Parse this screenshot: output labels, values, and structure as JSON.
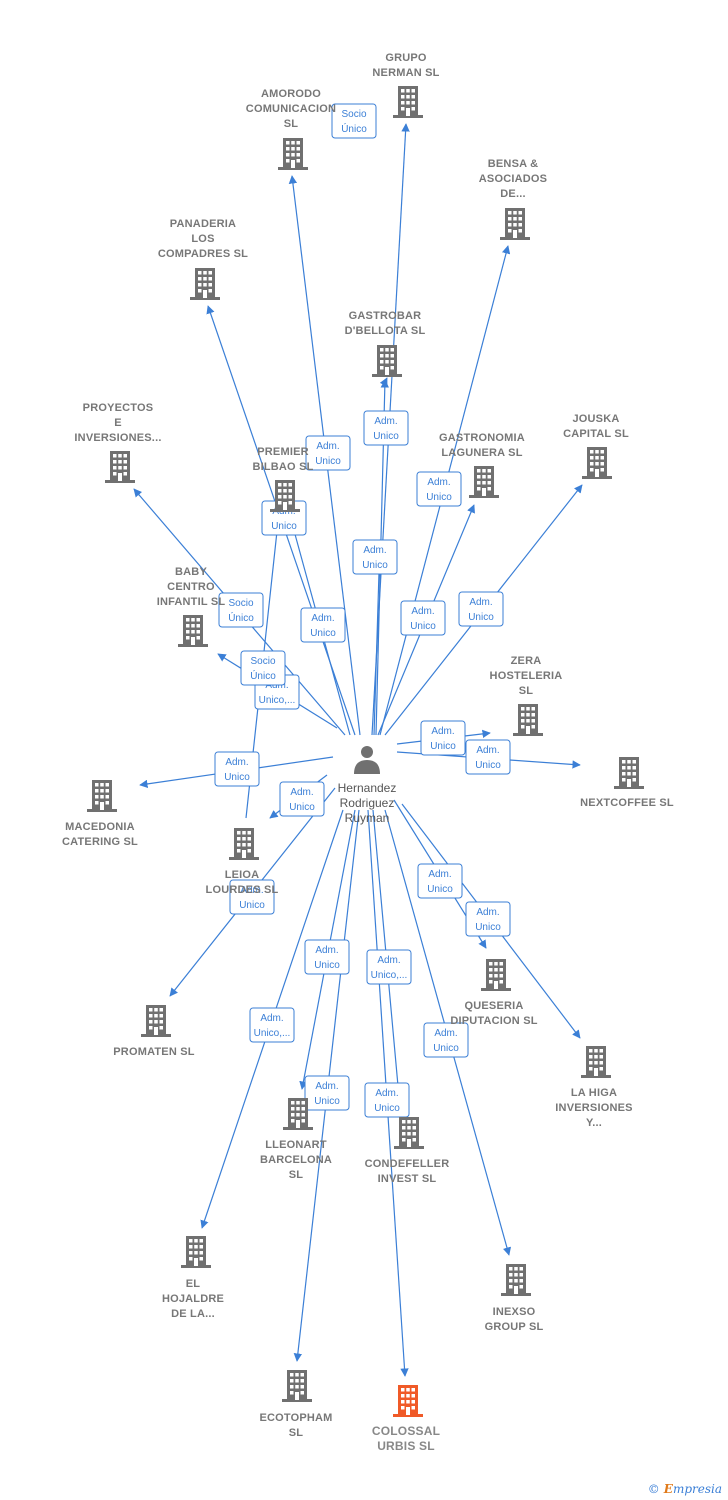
{
  "colors": {
    "edge": "#3b7fd6",
    "building": "#707070",
    "building_highlight": "#f05a28",
    "label_text": "#777777",
    "person_icon": "#707070"
  },
  "center": {
    "lines": [
      "Hernandez",
      "Rodriguez",
      "Ruyman"
    ],
    "icon": "person-icon"
  },
  "nodes": [
    {
      "id": "grupo_nerman",
      "lines": [
        "GRUPO",
        "NERMAN  SL"
      ]
    },
    {
      "id": "amorodo",
      "lines": [
        "AMORODO",
        "COMUNICACION",
        "SL"
      ]
    },
    {
      "id": "bensa",
      "lines": [
        "BENSA &",
        "ASOCIADOS",
        "DE..."
      ]
    },
    {
      "id": "panaderia",
      "lines": [
        "PANADERIA",
        "LOS",
        "COMPADRES SL"
      ]
    },
    {
      "id": "gastrobar",
      "lines": [
        "GASTROBAR",
        "D'BELLOTA SL"
      ]
    },
    {
      "id": "proyectos",
      "lines": [
        "PROYECTOS",
        "E",
        "INVERSIONES..."
      ]
    },
    {
      "id": "jouska",
      "lines": [
        "JOUSKA",
        "CAPITAL  SL"
      ]
    },
    {
      "id": "gastronomia",
      "lines": [
        "GASTRONOMIA",
        "LAGUNERA SL"
      ]
    },
    {
      "id": "premier",
      "lines": [
        "PREMIER",
        "BILBAO  SL"
      ]
    },
    {
      "id": "baby",
      "lines": [
        "BABY",
        "CENTRO",
        "INFANTIL SL"
      ]
    },
    {
      "id": "zera",
      "lines": [
        "ZERA",
        "HOSTELERIA",
        "SL"
      ]
    },
    {
      "id": "nextcoffee",
      "lines": [
        "NEXTCOFFEE SL"
      ]
    },
    {
      "id": "macedonia",
      "lines": [
        "MACEDONIA",
        "CATERING  SL"
      ]
    },
    {
      "id": "leioa",
      "lines": [
        "LEIOA",
        "LOURDES  SL"
      ]
    },
    {
      "id": "queseria",
      "lines": [
        "QUESERIA",
        "DIPUTACION SL"
      ]
    },
    {
      "id": "promaten",
      "lines": [
        "PROMATEN  SL"
      ]
    },
    {
      "id": "lahiga",
      "lines": [
        "LA HIGA",
        "INVERSIONES",
        "Y..."
      ]
    },
    {
      "id": "lleonart",
      "lines": [
        "LLEONART",
        "BARCELONA",
        "SL"
      ]
    },
    {
      "id": "condefeller",
      "lines": [
        "CONDEFELLER",
        "INVEST  SL"
      ]
    },
    {
      "id": "hojaldre",
      "lines": [
        "EL",
        "HOJALDRE",
        "DE LA..."
      ]
    },
    {
      "id": "inexso",
      "lines": [
        "INEXSO",
        "GROUP SL"
      ]
    },
    {
      "id": "ecotopham",
      "lines": [
        "ECOTOPHAM",
        "SL"
      ]
    },
    {
      "id": "colossal",
      "lines": [
        "COLOSSAL",
        "URBIS  SL"
      ],
      "highlight": true
    }
  ],
  "edges": [
    {
      "to": "grupo_nerman",
      "label": [
        "Socio",
        "Único"
      ]
    },
    {
      "to": "amorodo",
      "label": [
        "Adm.",
        "Unico"
      ]
    },
    {
      "to": "bensa",
      "label": [
        "Adm.",
        "Unico"
      ]
    },
    {
      "to": "panaderia",
      "label": [
        "Adm.",
        "Unico"
      ]
    },
    {
      "to": "gastrobar",
      "label": [
        "Adm.",
        "Unico"
      ]
    },
    {
      "to": "proyectos",
      "label": [
        "Socio",
        "Único"
      ]
    },
    {
      "to": "jouska",
      "label": [
        "Adm.",
        "Unico"
      ]
    },
    {
      "to": "gastronomia",
      "label": [
        "Adm.",
        "Unico"
      ]
    },
    {
      "to": "premier",
      "label": [
        "Adm.",
        "Unico"
      ]
    },
    {
      "to": "premier",
      "label": [
        "Adm.",
        "Unico"
      ]
    },
    {
      "to": "baby",
      "label": [
        "Adm.",
        "Unico,..."
      ]
    },
    {
      "to": "zera",
      "label": [
        "Adm.",
        "Unico"
      ]
    },
    {
      "to": "nextcoffee",
      "label": [
        "Adm.",
        "Unico"
      ]
    },
    {
      "to": "macedonia",
      "label": [
        "Adm.",
        "Unico"
      ]
    },
    {
      "to": "leioa",
      "label": [
        "Adm.",
        "Unico"
      ]
    },
    {
      "to": "premier",
      "label": [
        "Socio",
        "Único"
      ]
    },
    {
      "to": "queseria",
      "label": [
        "Adm.",
        "Unico"
      ]
    },
    {
      "to": "promaten",
      "label": [
        "Adm.",
        "Unico"
      ]
    },
    {
      "to": "lahiga",
      "label": [
        "Adm.",
        "Unico"
      ]
    },
    {
      "to": "lleonart",
      "label": [
        "Adm.",
        "Unico"
      ]
    },
    {
      "to": "condefeller",
      "label": [
        "Adm.",
        "Unico,..."
      ]
    },
    {
      "to": "hojaldre",
      "label": [
        "Adm.",
        "Unico,..."
      ]
    },
    {
      "to": "inexso",
      "label": [
        "Adm.",
        "Unico"
      ]
    },
    {
      "to": "ecotopham",
      "label": [
        "Adm.",
        "Unico"
      ]
    },
    {
      "to": "colossal",
      "label": [
        "Adm.",
        "Unico"
      ]
    },
    {
      "to": "gastrobar",
      "label": [
        "Adm.",
        "Unico"
      ]
    }
  ],
  "footer": {
    "copyright": "©",
    "brand_first": "E",
    "brand_rest": "mpresia"
  }
}
